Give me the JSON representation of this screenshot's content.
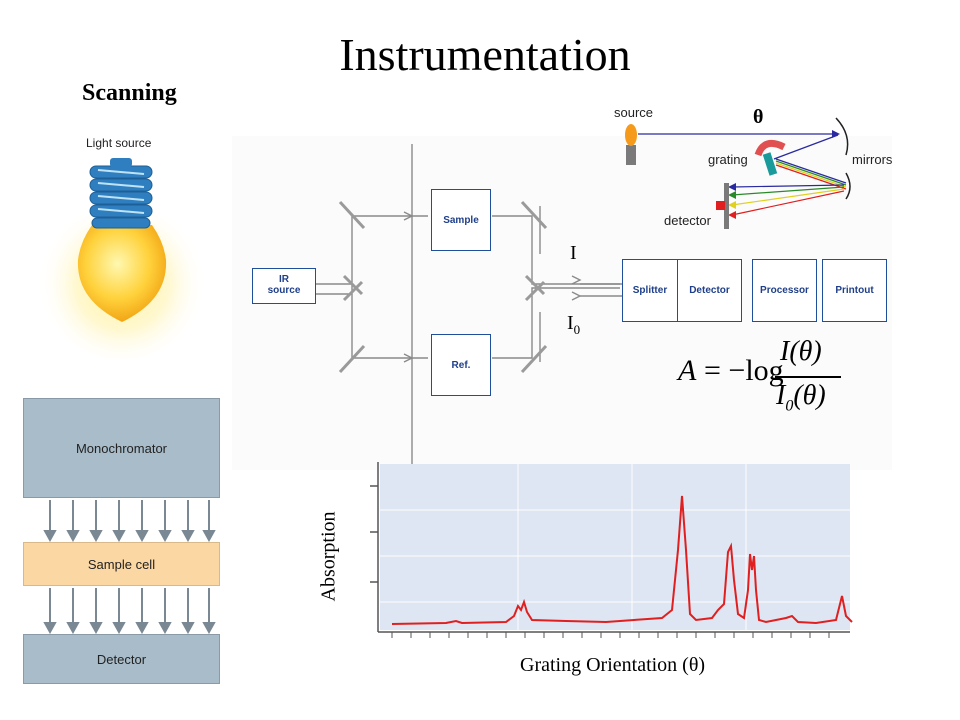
{
  "title": "Instrumentation",
  "subtitle": "Scanning",
  "bulb": {
    "label": "Light source"
  },
  "block_diagram": {
    "monochromator": "Monochromator",
    "sample_cell": "Sample cell",
    "detector": "Detector"
  },
  "double_beam": {
    "ir_source_line1": "IR",
    "ir_source_line2": "source",
    "sample": "Sample",
    "ref": "Ref.",
    "splitter": "Splitter",
    "detector": "Detector",
    "processor": "Processor",
    "printout": "Printout",
    "I_label": "I",
    "I0_base": "I",
    "I0_sub": "0"
  },
  "grating_diagram": {
    "source": "source",
    "grating": "grating",
    "mirrors": "mirrors",
    "detector": "detector",
    "theta": "θ"
  },
  "equation": {
    "lhs": "A",
    "eq_rhs": "= −log",
    "numerator": "I(θ)",
    "denominator_base": "I",
    "denominator_sub": "0",
    "denominator_rest": "(θ)"
  },
  "spectrum": {
    "ylabel": "Absorption",
    "xlabel": "Grating Orientation (θ)",
    "line_color": "#e02020",
    "panel_color": "#dde6f2",
    "grid": true
  }
}
